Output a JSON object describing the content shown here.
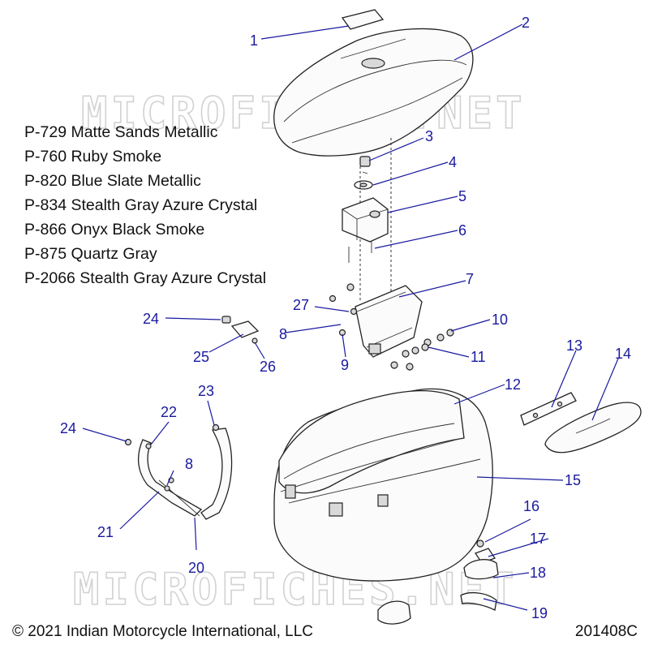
{
  "watermark": "MICROFICHES.NET",
  "paint_codes": [
    "P-729 Matte Sands Metallic",
    "P-760 Ruby Smoke",
    "P-820 Blue Slate Metallic",
    "P-834 Stealth Gray Azure Crystal",
    "P-866 Onyx Black Smoke",
    "P-875 Quartz Gray",
    "P-2066 Stealth Gray Azure Crystal"
  ],
  "callouts": {
    "c1": "1",
    "c2": "2",
    "c3": "3",
    "c4": "4",
    "c5": "5",
    "c6": "6",
    "c7": "7",
    "c8a": "8",
    "c8b": "8",
    "c9": "9",
    "c10": "10",
    "c11": "11",
    "c12": "12",
    "c13": "13",
    "c14": "14",
    "c15": "15",
    "c16": "16",
    "c17": "17",
    "c18": "18",
    "c19": "19",
    "c20": "20",
    "c21": "21",
    "c22": "22",
    "c23": "23",
    "c24a": "24",
    "c24b": "24",
    "c25": "25",
    "c26": "26",
    "c27": "27"
  },
  "colors": {
    "callout": "#1a1aa0",
    "line": "#222222",
    "watermark": "#d2d2d2"
  },
  "copyright": "© 2021 Indian Motorcycle International, LLC",
  "document_number": "201408C"
}
